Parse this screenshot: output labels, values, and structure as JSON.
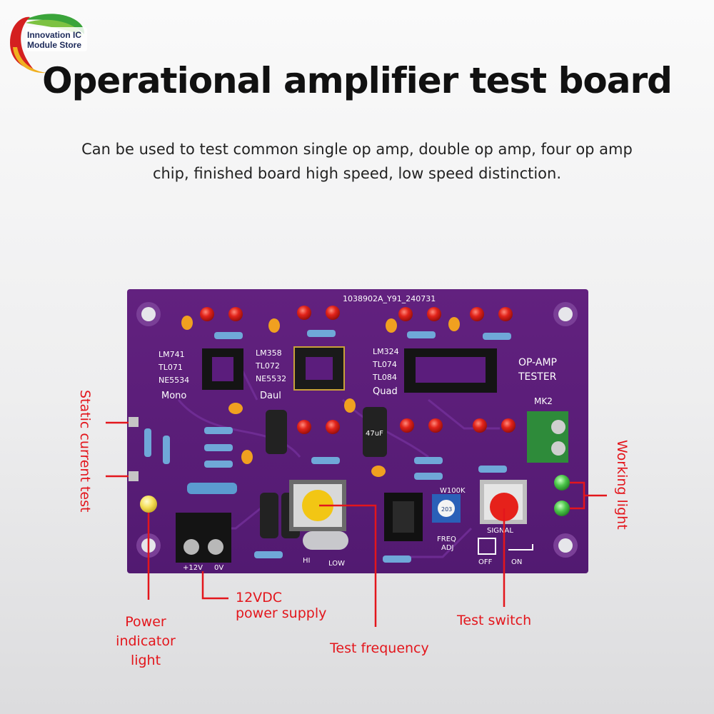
{
  "brand": {
    "line1": "Innovation IC",
    "line2": "Module Store"
  },
  "title": "Operational amplifier test board",
  "description": "Can be used to test common single op amp, double op amp, four op amp chip, finished board high speed, low speed distinction.",
  "board": {
    "serial": "1038902A_Y91_240731",
    "name_line1": "OP-AMP",
    "name_line2": "TESTER",
    "revision": "MK2",
    "mono_chips": [
      "LM741",
      "TL071",
      "NE5534"
    ],
    "mono_label": "Mono",
    "dual_chips": [
      "LM358",
      "TL072",
      "NE5532"
    ],
    "dual_label": "Daul",
    "quad_chips": [
      "LM324",
      "TL074",
      "TL084"
    ],
    "quad_label": "Quad",
    "pot_label": "W100K",
    "pot_code": "203",
    "signal_label": "SIGNAL",
    "freq_label_line1": "FREQ",
    "freq_label_line2": "ADJ",
    "hi_label": "HI",
    "low_label": "LOW",
    "off_label": "OFF",
    "on_label": "ON",
    "terminal_pos": "+12V",
    "terminal_neg": "0V",
    "cap_label": "47uF"
  },
  "callouts": {
    "static_current": "Static current test",
    "working_light": "Working light",
    "power_indicator": [
      "Power",
      "indicator",
      "light"
    ],
    "power_supply": [
      "12VDC",
      "power supply"
    ],
    "test_frequency": "Test frequency",
    "test_switch": "Test switch"
  },
  "colors": {
    "pcb": "#5b1d7c",
    "accent": "#e3161c",
    "terminal": "#2e8b3a"
  }
}
